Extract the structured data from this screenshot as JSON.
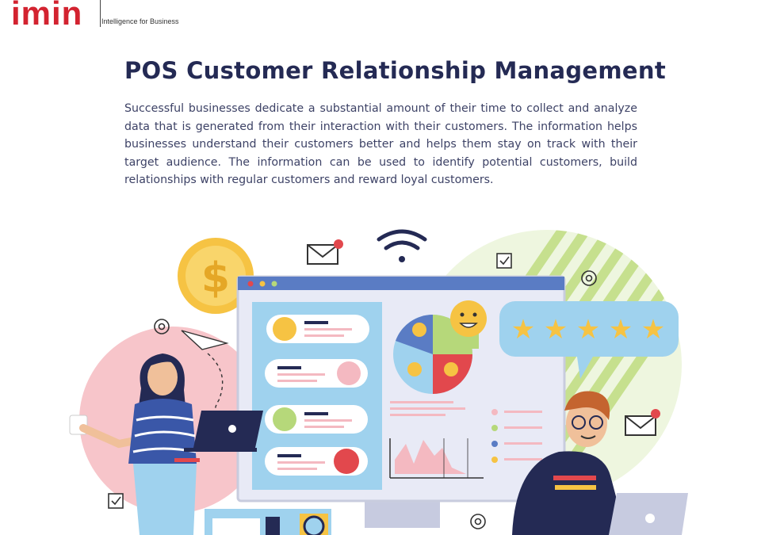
{
  "brand": {
    "name": "imin",
    "tagline": "Intelligence for Business",
    "color": "#d32330"
  },
  "heading": "POS Customer Relationship Management",
  "intro": "Successful businesses dedicate a substantial amount of their time to collect and analyze data that is generated from their interaction with their customers. The information helps businesses understand their customers better and helps them stay on track with their target audience. The information can be used to identify potential customers, build relationships with regular customers and reward loyal customers.",
  "illustration": {
    "icons": [
      "dollar-coin-icon",
      "envelope-icon",
      "wifi-icon",
      "checkbox-icon",
      "gear-icon",
      "paper-plane-icon",
      "emoji-icon",
      "star-rating-icon"
    ],
    "rating": {
      "value": 5,
      "max": 5
    },
    "colors": {
      "navy": "#242a54",
      "blue": "#5a7cc4",
      "lightblue": "#9fd2ee",
      "pink": "#f4b9c1",
      "red": "#e2484d",
      "green": "#b6d87a",
      "yellow": "#f6c343"
    }
  }
}
